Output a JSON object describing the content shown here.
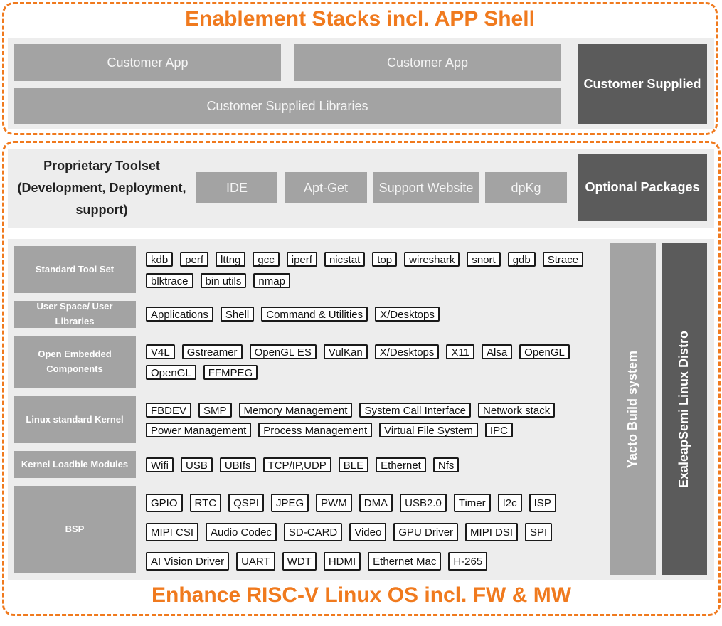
{
  "top_title": "Enablement Stacks incl. APP Shell",
  "bottom_title": "Enhance RISC-V Linux OS incl. FW & MW",
  "app_shell": {
    "app1": "Customer App",
    "app2": "Customer App",
    "libraries": "Customer Supplied Libraries",
    "supplied": "Customer Supplied"
  },
  "toolset": {
    "line1": "Proprietary Toolset",
    "line2": "(Development, Deployment,",
    "line3": "support)",
    "items": [
      "IDE",
      "Apt-Get",
      "Support Website",
      "dpKg"
    ],
    "optional": "Optional Packages"
  },
  "rows": [
    {
      "label": "Standard Tool Set",
      "chips": [
        "kdb",
        "perf",
        "lttng",
        "gcc",
        "iperf",
        "nicstat",
        "top",
        "wireshark",
        "snort",
        "gdb",
        "Strace",
        "blktrace",
        "bin utils",
        "nmap"
      ]
    },
    {
      "label": "User Space/ User Libraries",
      "chips": [
        "Applications",
        "Shell",
        "Command & Utilities",
        "X/Desktops"
      ]
    },
    {
      "label": "Open Embedded Components",
      "chips": [
        "V4L",
        "Gstreamer",
        "OpenGL ES",
        "VulKan",
        "X/Desktops",
        "X11",
        "Alsa",
        "OpenGL",
        "OpenGL",
        "FFMPEG"
      ]
    },
    {
      "label": "Linux standard Kernel",
      "chips": [
        "FBDEV",
        "SMP",
        "Memory Management",
        "System Call Interface",
        "Network stack",
        "Power Management",
        "Process Management",
        "Virtual File System",
        "IPC"
      ]
    },
    {
      "label": "Kernel Loadble Modules",
      "chips": [
        "Wifi",
        "USB",
        "UBIfs",
        "TCP/IP,UDP",
        "BLE",
        "Ethernet",
        "Nfs"
      ]
    },
    {
      "label": "BSP",
      "chips": [
        "GPIO",
        "RTC",
        "QSPI",
        "JPEG",
        "PWM",
        "DMA",
        "USB2.0",
        "Timer",
        "I2c",
        "ISP",
        "MIPI CSI",
        "Audio Codec",
        "SD-CARD",
        "Video",
        "GPU Driver",
        "MIPI DSI",
        "SPI",
        "AI Vision Driver",
        "UART",
        "WDT",
        "HDMI",
        "Ethernet Mac",
        "H-265"
      ]
    }
  ],
  "yocto": "Yacto Build system",
  "distro": "ExaleapSemi Linux Distro"
}
